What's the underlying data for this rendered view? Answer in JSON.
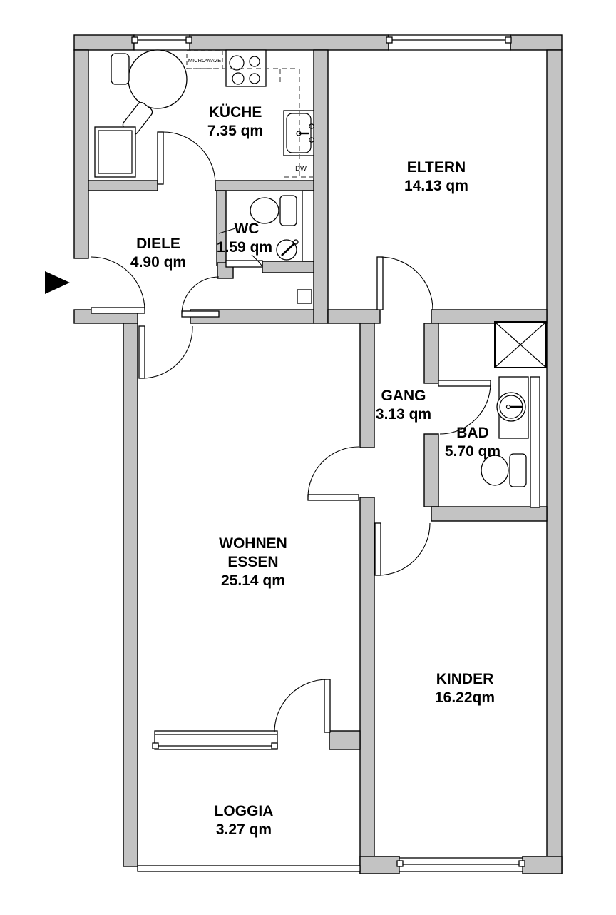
{
  "plan": {
    "title": "apartment-floor-plan",
    "wall_color": "#c3c3c3",
    "line_color": "#000000",
    "rooms": {
      "kueche": {
        "name": "KÜCHE",
        "area": "7.35 qm"
      },
      "eltern": {
        "name": "ELTERN",
        "area": "14.13 qm"
      },
      "diele": {
        "name": "DIELE",
        "area": "4.90 qm"
      },
      "wc": {
        "name": "WC",
        "area": "1.59 qm"
      },
      "gang": {
        "name": "GANG",
        "area": "3.13 qm"
      },
      "bad": {
        "name": "BAD",
        "area": "5.70 qm"
      },
      "wohnen": {
        "name": "WOHNEN",
        "name2": "ESSEN",
        "area": "25.14 qm"
      },
      "kinder": {
        "name": "KINDER",
        "area": "16.22qm"
      },
      "loggia": {
        "name": "LOGGIA",
        "area": "3.27 qm"
      }
    },
    "appliances": {
      "microwave": "MICROWAVE",
      "dishwasher": "DW"
    }
  }
}
